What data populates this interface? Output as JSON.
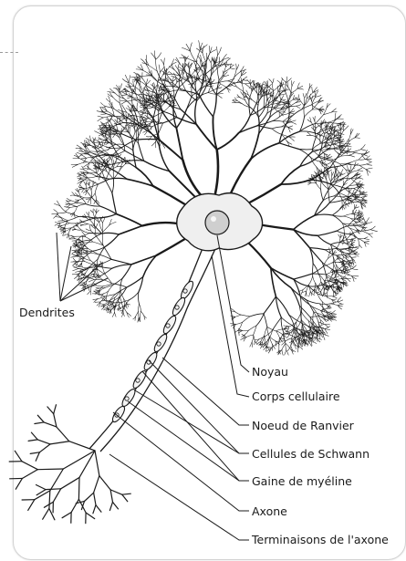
{
  "labels": {
    "dendrites": "Dendrites",
    "noyau": "Noyau",
    "corps": "Corps cellulaire",
    "noeud": "Noeud de Ranvier",
    "schwann": "Cellules de Schwann",
    "gaine": "Gaine de myéline",
    "axone": "Axone",
    "terminaisons": "Terminaisons de l'axone"
  },
  "colors": {
    "stroke": "#1a1a1a",
    "soma": "#efefef",
    "nucleus": "#cfcfcf"
  }
}
